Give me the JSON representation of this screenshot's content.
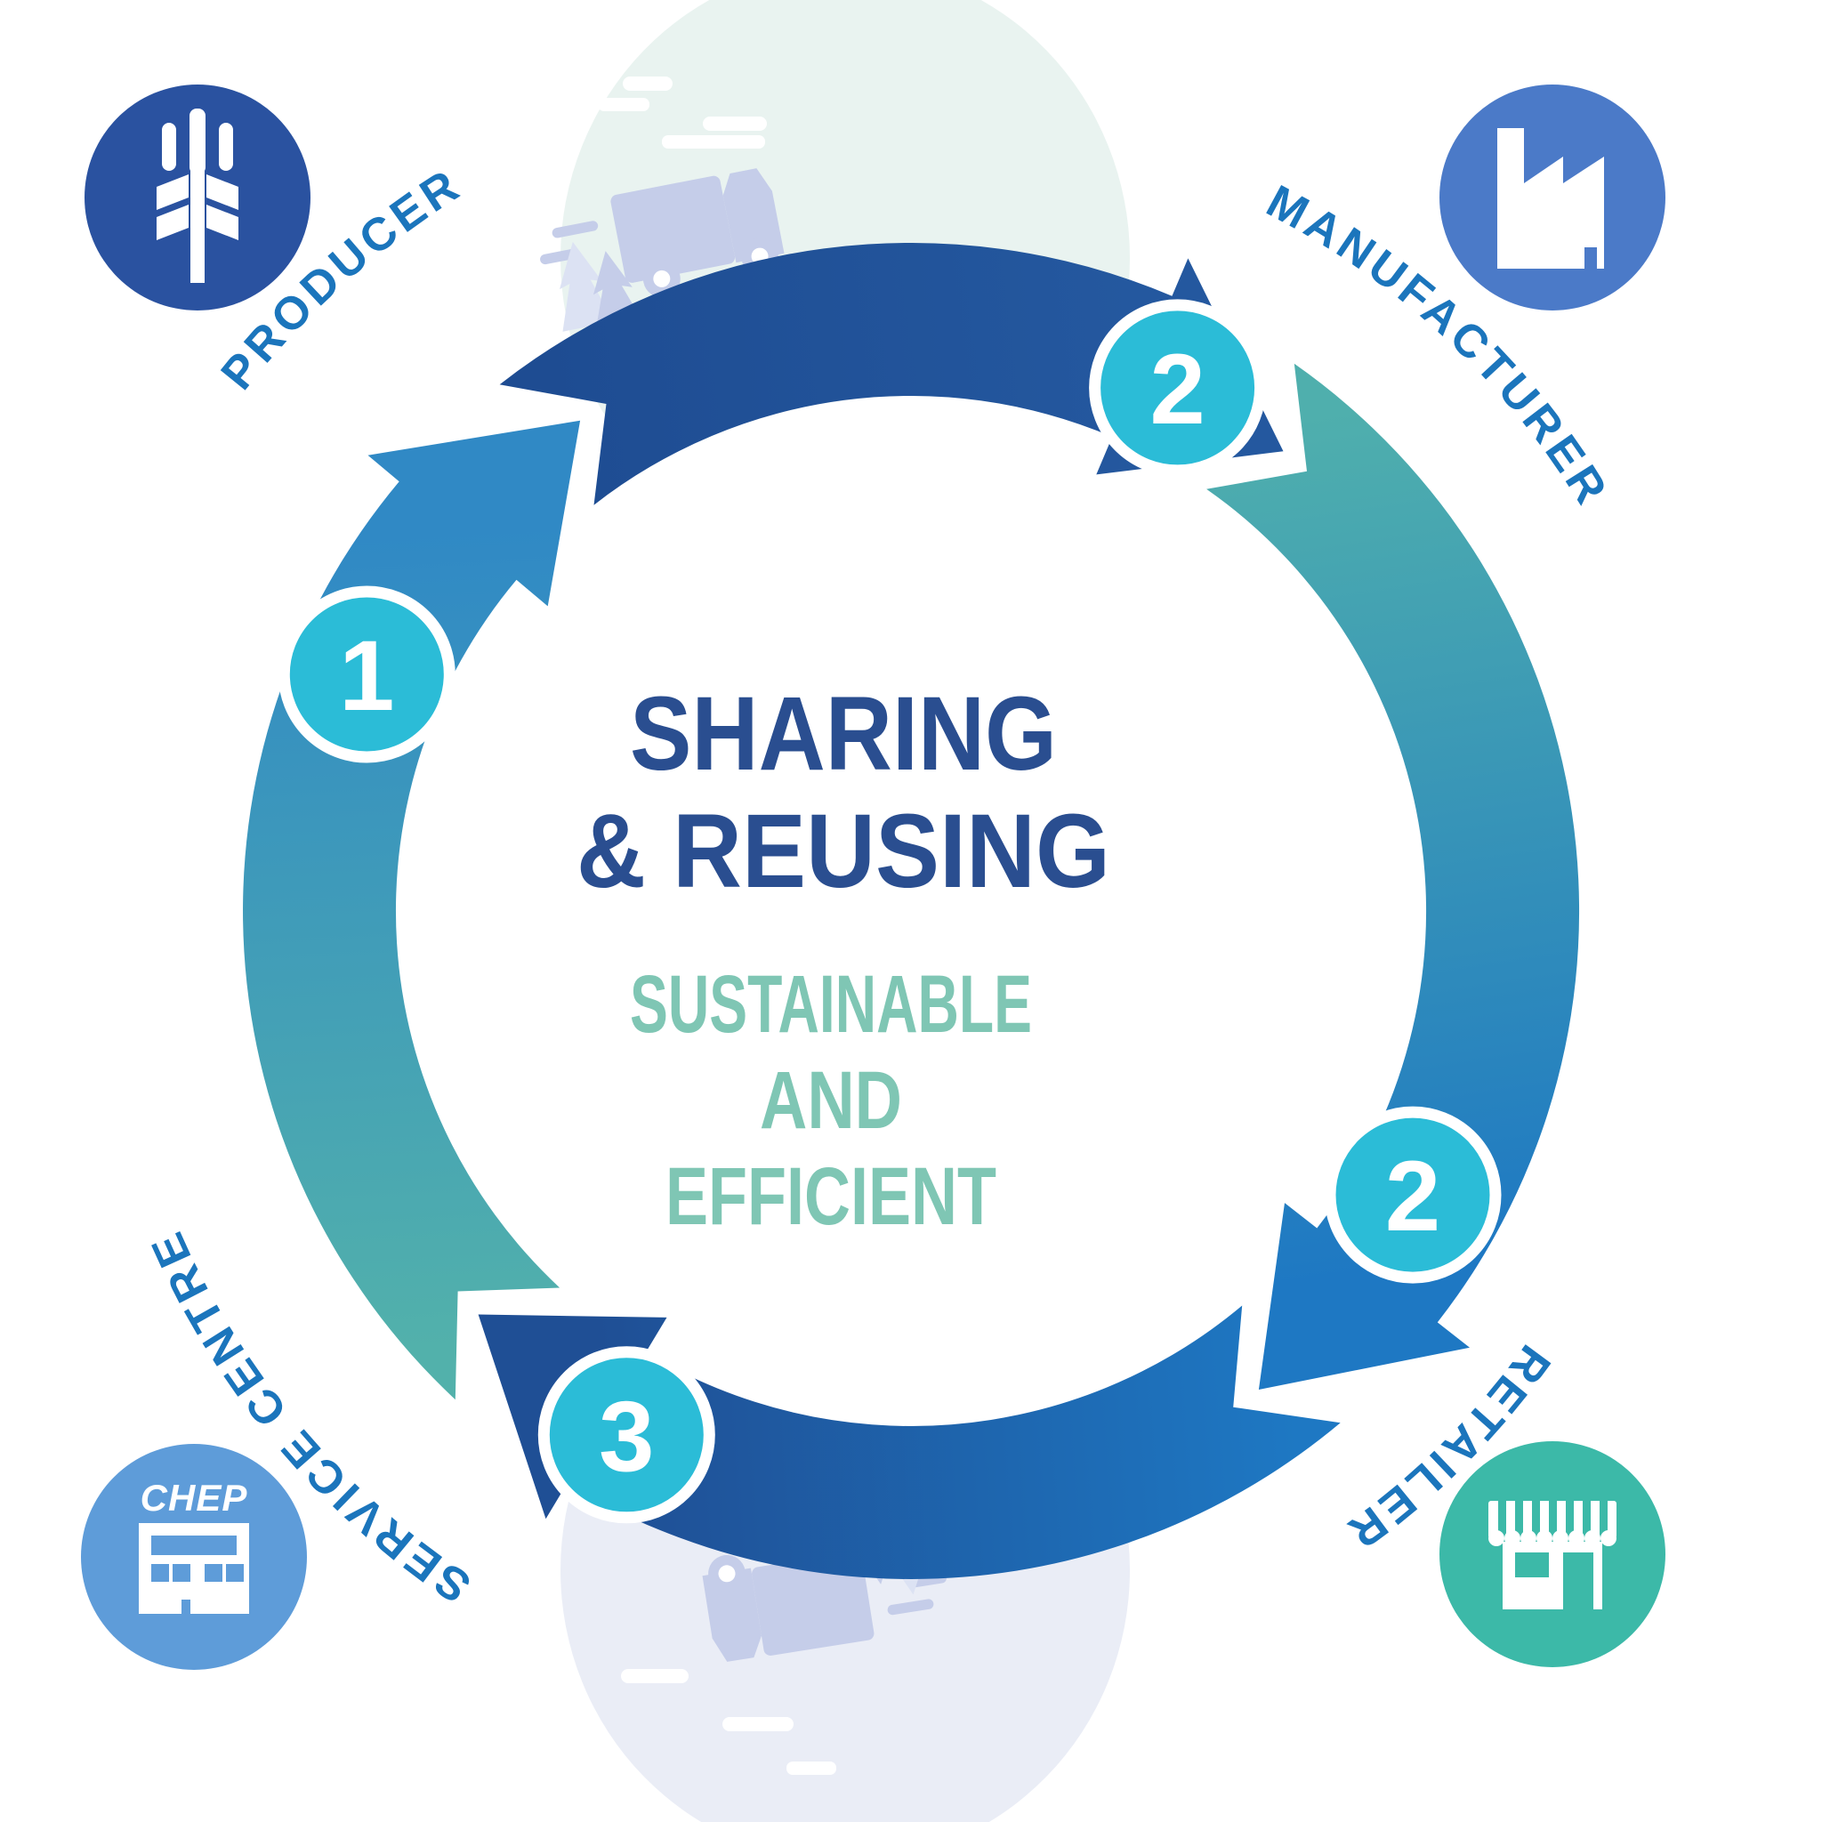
{
  "center": {
    "title_line1": "SHARING",
    "title_line2": "& REUSING",
    "subtitle_line1": "SUSTAINABLE",
    "subtitle_line2": "AND",
    "subtitle_line3": "EFFICIENT"
  },
  "stages": [
    {
      "label": "PRODUCER",
      "icon": "wheat-icon"
    },
    {
      "label": "MANUFACTURER",
      "icon": "factory-icon"
    },
    {
      "label": "RETAILER",
      "icon": "storefront-icon"
    },
    {
      "label": "SERVICE CENTRE",
      "icon": "warehouse-icon",
      "brand": "CHEP"
    }
  ],
  "badges": [
    "1",
    "2",
    "2",
    "3"
  ],
  "colors": {
    "label_text": "#1B75BC",
    "title_navy": "#2A4E90",
    "subtitle_teal": "#7FC6B4",
    "badge_cyan": "#2BBCD7",
    "ring_navy": "#24589F",
    "ring_navy_dark": "#1E4C92",
    "ring_navy2": "#1F4F95",
    "ring_blue": "#1E78C3",
    "ring_blue2": "#3089C5",
    "ring_teal": "#52B1AB",
    "ring_teal2": "#4FAFAD",
    "producer_circle": "#2A52A0",
    "manufacturer_circle": "#4B7AC8",
    "retailer_circle": "#3CB9A8",
    "service_circle": "#5E9CD9",
    "decor_lavender": "#C5CDE9",
    "decor_lavender_light": "#DCE2F3",
    "globe_top": "#E9F3F0",
    "globe_bottom": "#EAEDF6"
  }
}
